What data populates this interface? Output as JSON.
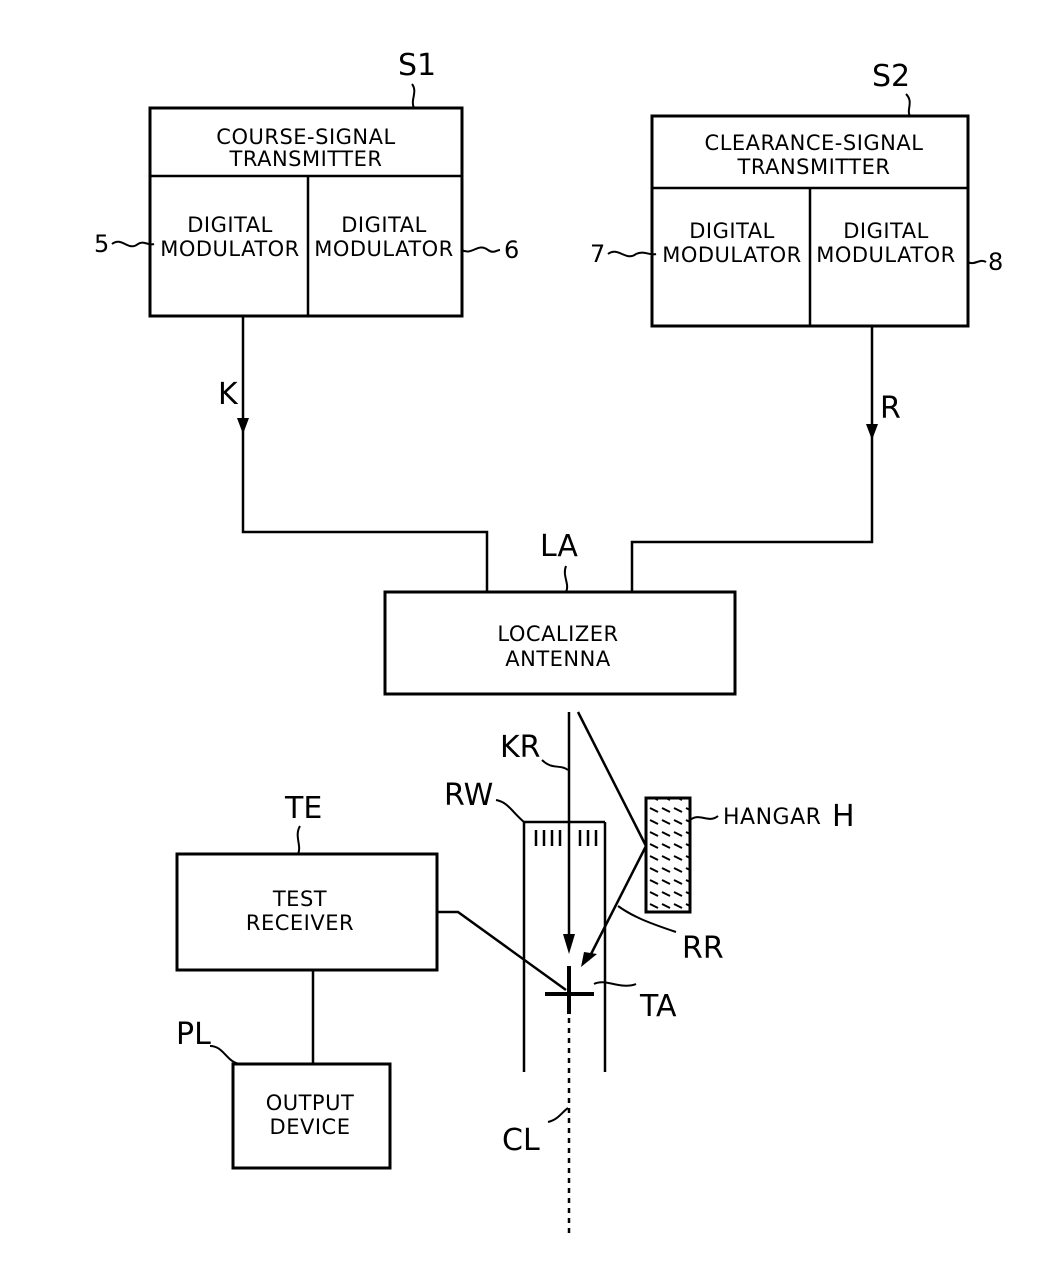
{
  "refs": {
    "s1": "S1",
    "s2": "S2",
    "mod5": "5",
    "mod6": "6",
    "mod7": "7",
    "mod8": "8",
    "k": "K",
    "r": "R",
    "la": "LA",
    "kr": "KR",
    "rw": "RW",
    "te": "TE",
    "rr": "RR",
    "ta": "TA",
    "pl": "PL",
    "cl": "CL",
    "hangar_h": "H"
  },
  "course_transmitter": {
    "title_line1": "COURSE-SIGNAL",
    "title_line2": "TRANSMITTER",
    "left_mod_line1": "DIGITAL",
    "left_mod_line2": "MODULATOR",
    "right_mod_line1": "DIGITAL",
    "right_mod_line2": "MODULATOR"
  },
  "clearance_transmitter": {
    "title_line1": "CLEARANCE-SIGNAL",
    "title_line2": "TRANSMITTER",
    "left_mod_line1": "DIGITAL",
    "left_mod_line2": "MODULATOR",
    "right_mod_line1": "DIGITAL",
    "right_mod_line2": "MODULATOR"
  },
  "localizer": {
    "line1": "LOCALIZER",
    "line2": "ANTENNA"
  },
  "test_receiver": {
    "line1": "TEST",
    "line2": "RECEIVER"
  },
  "output_device": {
    "line1": "OUTPUT",
    "line2": "DEVICE"
  },
  "hangar": {
    "label": "HANGAR"
  }
}
